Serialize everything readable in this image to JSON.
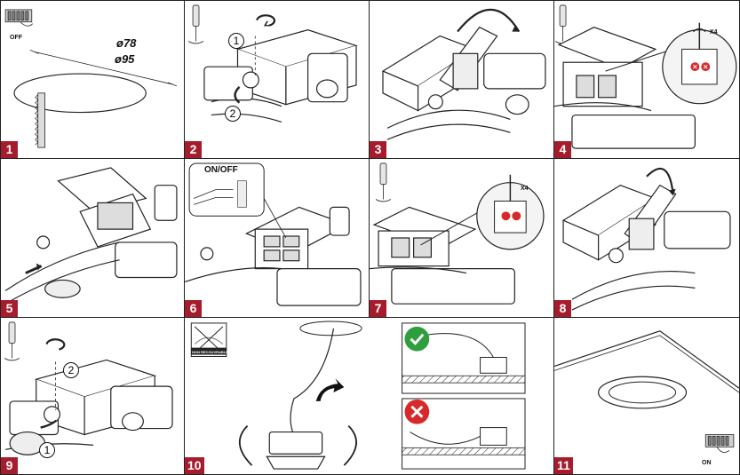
{
  "steps": [
    {
      "number": "1",
      "labels": {
        "power": "OFF",
        "inner_diameter": "ø78",
        "outer_diameter": "ø95"
      }
    },
    {
      "number": "2",
      "labels": {
        "callout_a": "1",
        "callout_b": "2"
      }
    },
    {
      "number": "3"
    },
    {
      "number": "4",
      "labels": {
        "multiplier": "X4"
      }
    },
    {
      "number": "5"
    },
    {
      "number": "6",
      "labels": {
        "switch": "ON/OFF"
      }
    },
    {
      "number": "7",
      "labels": {
        "multiplier": "X4"
      }
    },
    {
      "number": "8"
    },
    {
      "number": "9",
      "labels": {
        "callout_a": "2",
        "callout_b": "1"
      }
    },
    {
      "number": "10",
      "labels": {
        "insulation_notice": "NON RECOUVRABLE"
      }
    },
    {
      "number": "11",
      "labels": {
        "power": "ON"
      }
    }
  ],
  "colors": {
    "badge": "#a51d2d",
    "ok": "#2e9e3e",
    "no": "#d62a2a",
    "line": "#222222"
  },
  "icons": [
    "screwdriver-icon",
    "rotate-arrow-icon",
    "check-icon",
    "cross-icon",
    "saw-icon",
    "breaker-icon"
  ]
}
